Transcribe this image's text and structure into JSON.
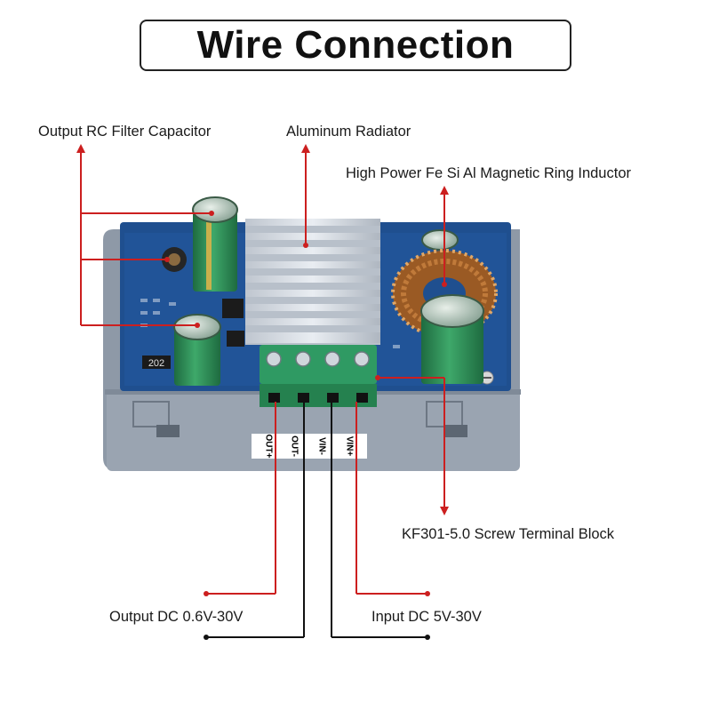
{
  "title": "Wire Connection",
  "labels": {
    "rc_filter": "Output RC Filter Capacitor",
    "radiator": "Aluminum Radiator",
    "inductor": "High Power Fe Si Al Magnetic Ring Inductor",
    "terminal_block": "KF301-5.0 Screw Terminal Block",
    "output": "Output DC 0.6V-30V",
    "input": "Input DC 5V-30V"
  },
  "board": {
    "resistor_code": "202",
    "terminals": [
      "OUT+",
      "OUT-",
      "VIN-",
      "VIN+"
    ]
  },
  "colors": {
    "leader_red": "#cc1f1f",
    "leader_black": "#111111",
    "pcb_blue": "#1f4f8f",
    "case_gray": "#8f9aa8",
    "terminal_green": "#2f9a63",
    "capacitor_green": "#2e8b57",
    "copper": "#c07a3a"
  }
}
